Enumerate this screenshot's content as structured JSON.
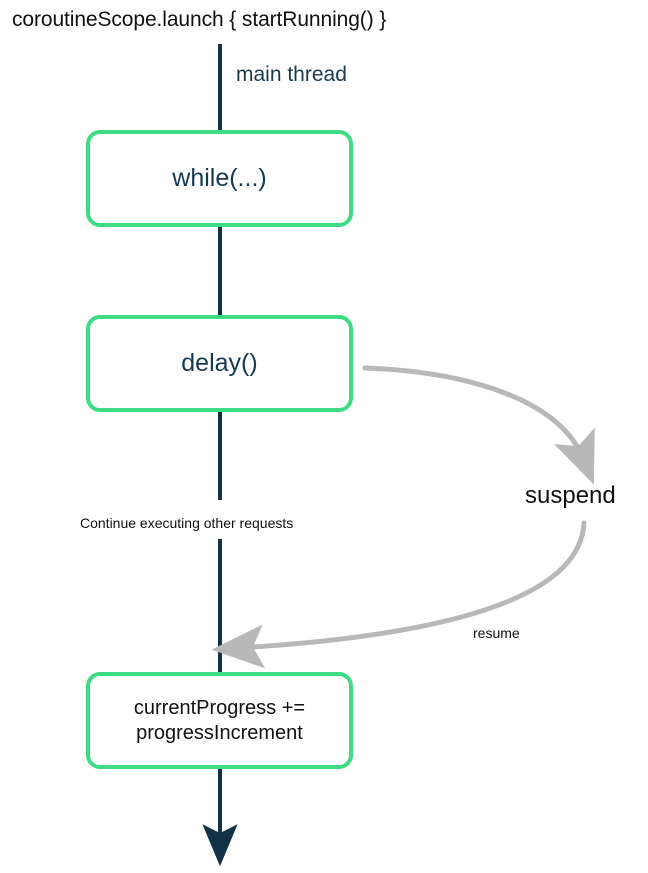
{
  "diagram": {
    "title": "coroutineScope.launch { startRunning() }",
    "lane_label": "main thread",
    "colors": {
      "box_border": "#3ddc84",
      "thread_line": "#123247",
      "suspend_arrow": "#b8b8b8",
      "box_text": "#143a52",
      "annotation_text": "#111111",
      "background": "#ffffff"
    },
    "nodes": [
      {
        "id": "while",
        "label": "while(...)"
      },
      {
        "id": "delay",
        "label": "delay()"
      },
      {
        "id": "progress",
        "label": "currentProgress +=\nprogressIncrement"
      }
    ],
    "annotations": {
      "continue": "Continue executing other requests",
      "suspend": "suspend",
      "resume": "resume"
    }
  }
}
